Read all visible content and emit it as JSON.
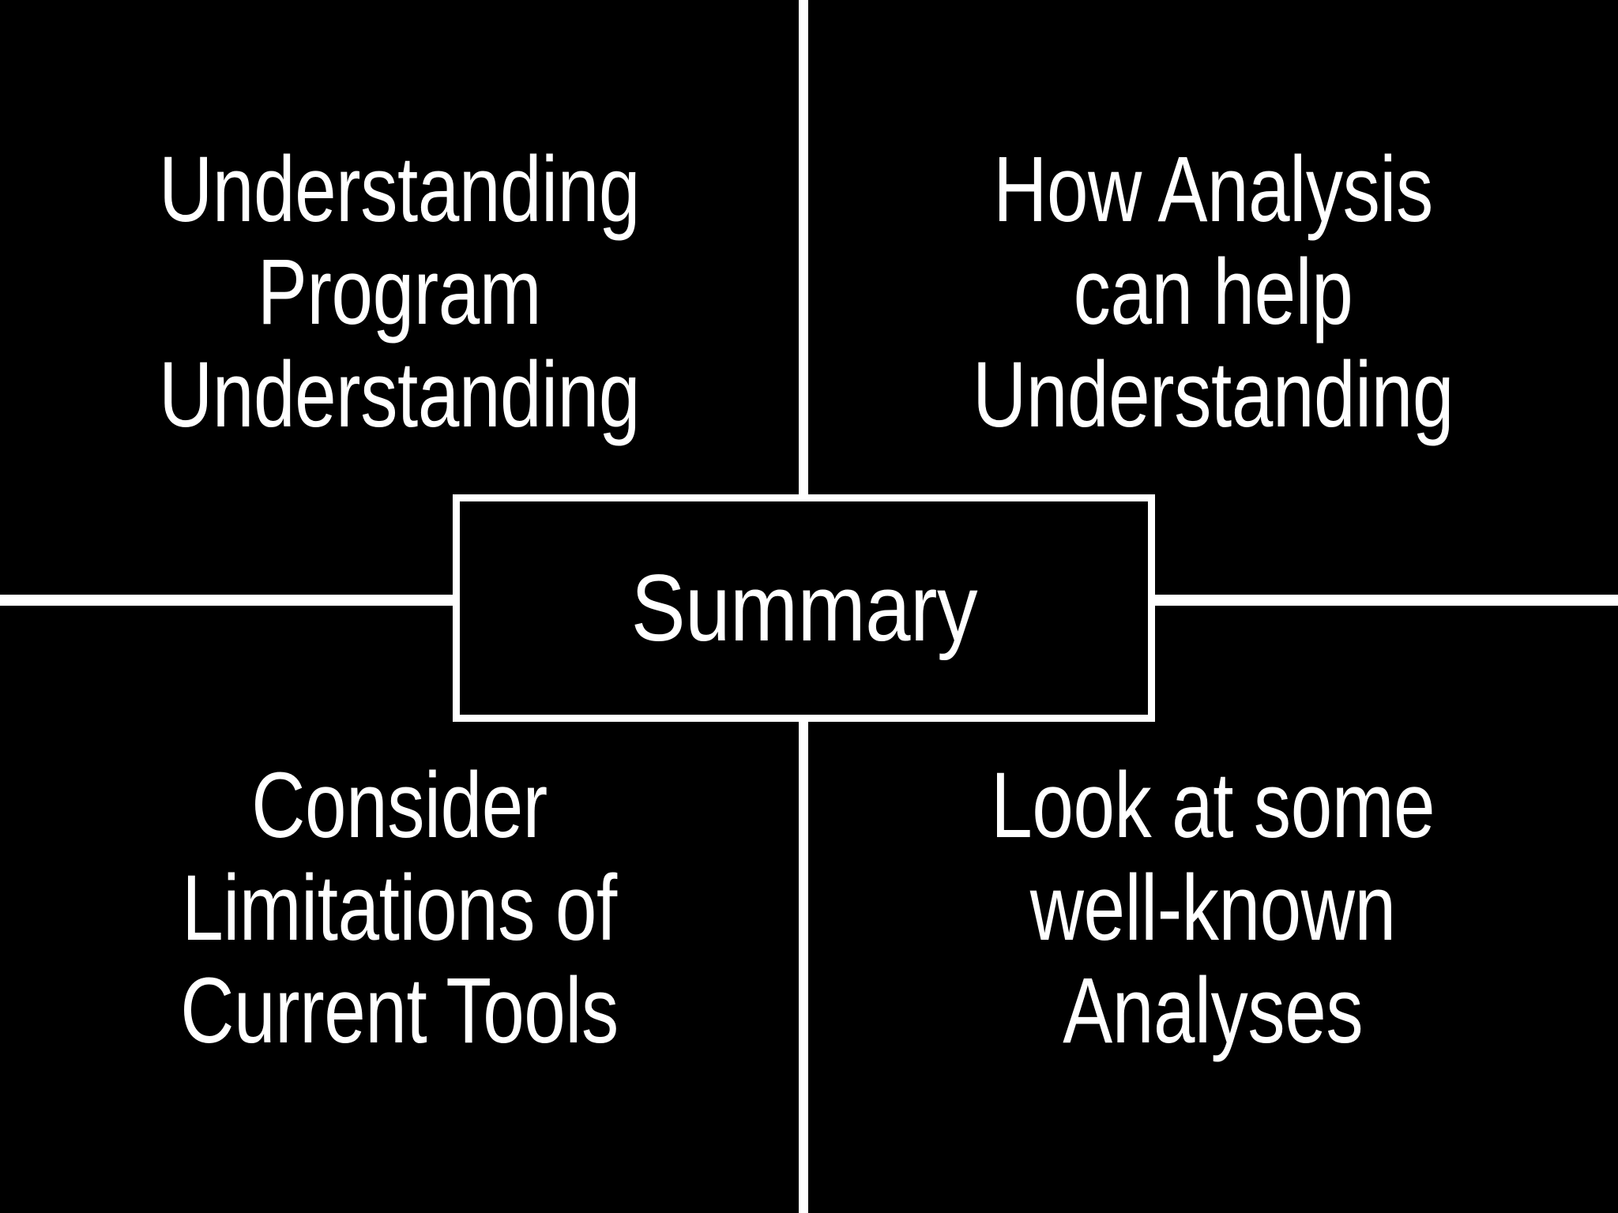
{
  "slide": {
    "background_color": "#000000",
    "foreground_color": "#FFFFFF",
    "layout": "four-quadrant-cross-with-center-box"
  },
  "center": {
    "label": "Summary",
    "border_color": "#FFFFFF",
    "fill_color": "#000000"
  },
  "quadrants": {
    "top_left": {
      "lines": [
        "Understanding",
        "Program",
        "Understanding"
      ],
      "full_text": "Understanding Program Understanding"
    },
    "top_right": {
      "lines": [
        "How Analysis",
        "can help",
        "Understanding"
      ],
      "full_text": "How Analysis can help Understanding"
    },
    "bottom_left": {
      "lines": [
        "Consider",
        "Limitations of",
        "Current Tools"
      ],
      "full_text": "Consider Limitations of Current Tools"
    },
    "bottom_right": {
      "lines": [
        "Look at some",
        "well-known",
        "Analyses"
      ],
      "full_text": "Look at some well-known Analyses"
    }
  },
  "dividers": {
    "vertical_color": "#FFFFFF",
    "horizontal_color": "#FFFFFF"
  }
}
